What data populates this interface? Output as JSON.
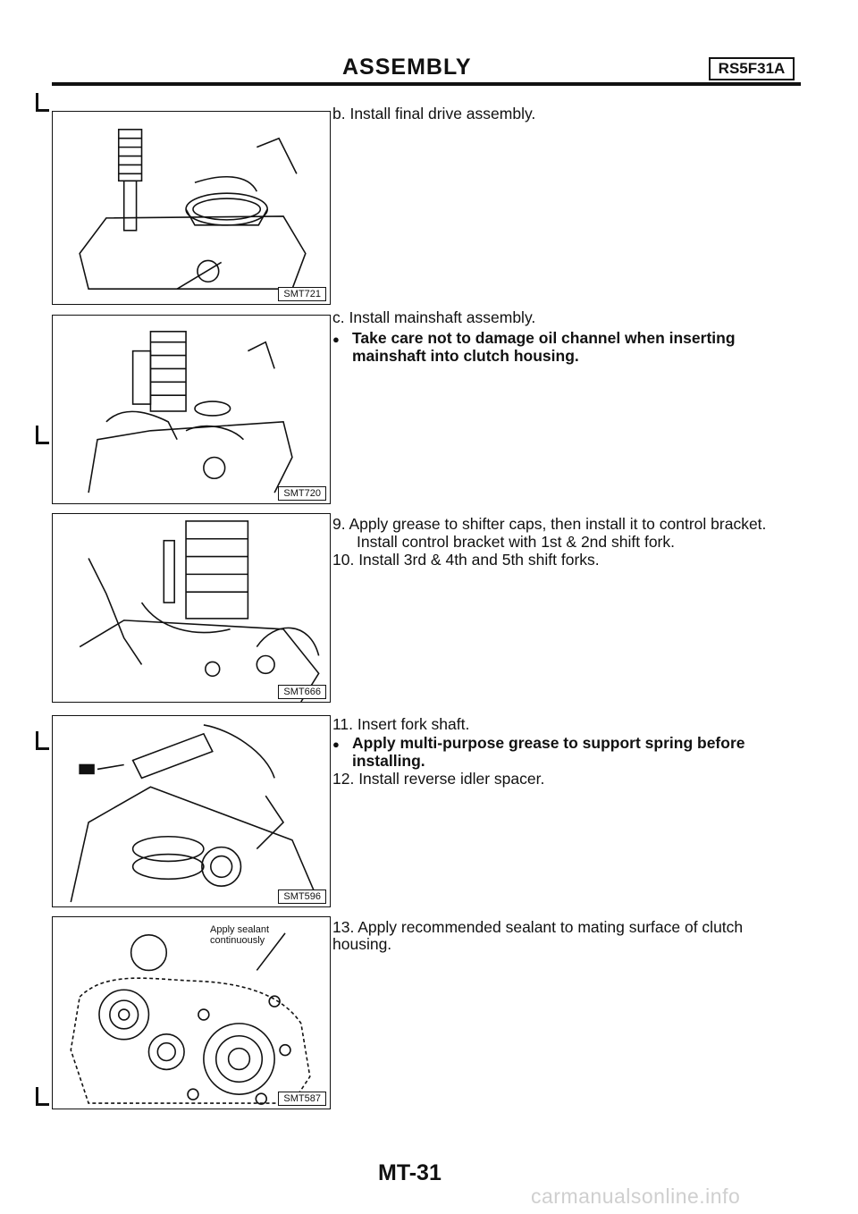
{
  "header": {
    "title": "ASSEMBLY",
    "code": "RS5F31A"
  },
  "figures": [
    {
      "label": "SMT721"
    },
    {
      "label": "SMT720"
    },
    {
      "label": "SMT666"
    },
    {
      "label": "SMT596"
    },
    {
      "label": "SMT587",
      "callout": "Apply sealant\ncontinuously"
    }
  ],
  "steps": {
    "b": {
      "text": "b.  Install final drive assembly."
    },
    "c": {
      "text": "c.  Install mainshaft assembly.",
      "note": "Take care not to damage oil channel when inserting mainshaft into clutch housing."
    },
    "s9": {
      "text": "9.  Apply grease to shifter caps, then install it to control bracket.",
      "sub": "Install control bracket with 1st & 2nd shift fork."
    },
    "s10": {
      "text": "10. Install 3rd & 4th and 5th shift forks."
    },
    "s11": {
      "text": "11. Insert fork shaft.",
      "note": "Apply multi-purpose grease to support spring before installing."
    },
    "s12": {
      "text": "12. Install reverse idler spacer."
    },
    "s13": {
      "text": "13. Apply recommended sealant to mating surface of clutch housing."
    }
  },
  "footer": {
    "page": "MT-31"
  },
  "watermark": "carmanualsonline.info"
}
